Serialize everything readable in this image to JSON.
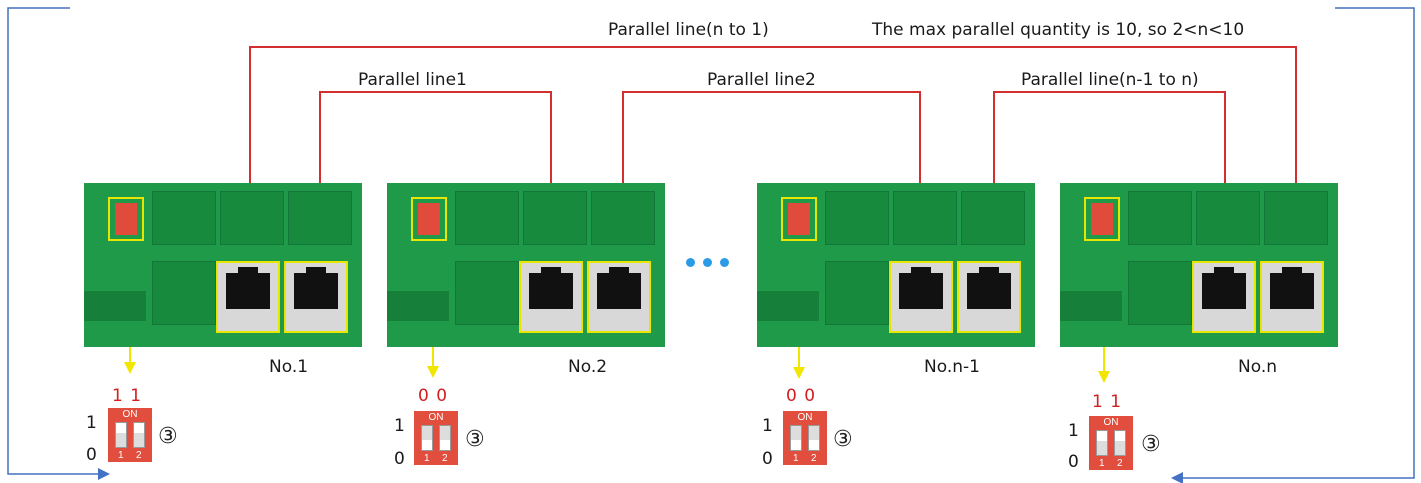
{
  "labels": {
    "parallel_n_to_1": "Parallel line(n to 1)",
    "max_note": "The max parallel quantity is 10, so 2<n<10",
    "line1": "Parallel line1",
    "line2": "Parallel line2",
    "line_n1_to_n": "Parallel line(n-1 to n)"
  },
  "boards": [
    {
      "name": "No.1"
    },
    {
      "name": "No.2"
    },
    {
      "name": "No.n-1"
    },
    {
      "name": "No.n"
    }
  ],
  "dip_switches": [
    {
      "state": "1 1",
      "row_top": "1",
      "row_bottom": "0",
      "marker": "③",
      "sw1": "1",
      "sw2": "2",
      "on": "ON"
    },
    {
      "state": "0 0",
      "row_top": "1",
      "row_bottom": "0",
      "marker": "③",
      "sw1": "1",
      "sw2": "2",
      "on": "ON"
    },
    {
      "state": "0 0",
      "row_top": "1",
      "row_bottom": "0",
      "marker": "③",
      "sw1": "1",
      "sw2": "2",
      "on": "ON"
    },
    {
      "state": "1 1",
      "row_top": "1",
      "row_bottom": "0",
      "marker": "③",
      "sw1": "1",
      "sw2": "2",
      "on": "ON"
    }
  ],
  "colors": {
    "wire": "#d32f2f",
    "highlight": "#e6e600",
    "arrow": "#f2e600",
    "frame": "#4472c4",
    "board": "#1f9a48"
  }
}
